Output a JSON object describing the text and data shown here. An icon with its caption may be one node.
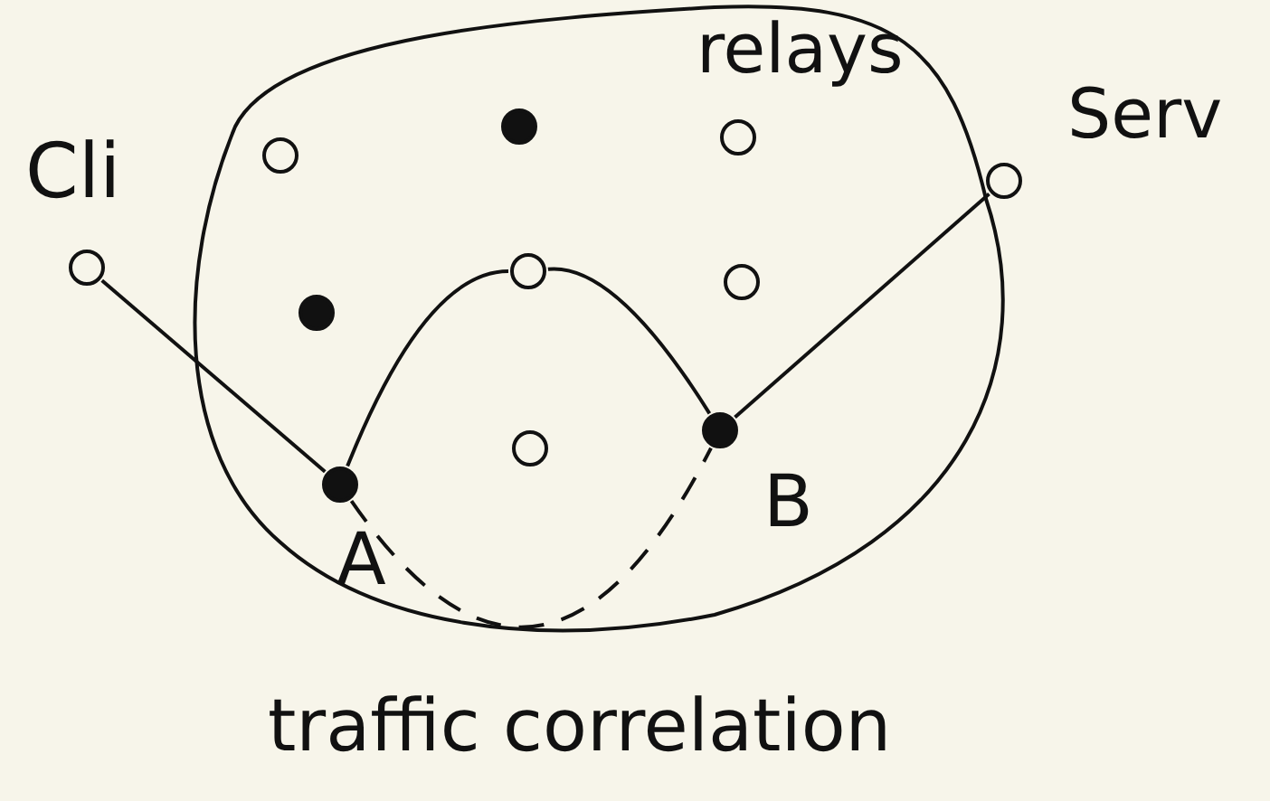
{
  "diagram": {
    "nodes": [
      {
        "text": [
          "relays"
        ]
      },
      {
        "text": [
          "Cli"
        ]
      },
      {
        "text": [
          "Serv"
        ]
      },
      {
        "text": [],
        "shape": "circle",
        "in": 0
      },
      {
        "text": [],
        "shape": "dot",
        "in": 0
      },
      {
        "text": [],
        "shape": "circle",
        "in": 0
      },
      {
        "text": [],
        "shape": "dot",
        "in": 0
      },
      {
        "text": [],
        "shape": "circle",
        "in": 0
      },
      {
        "text": [],
        "shape": "circle",
        "in": 0
      },
      {
        "text": [
          "A"
        ],
        "in": 0
      },
      {
        "text": [],
        "shape": "circle",
        "in": 0
      },
      {
        "text": [
          "B"
        ],
        "in": 0
      }
    ],
    "edges": [
      {
        "from": 1,
        "to": 9,
        "arrow": "none"
      },
      {
        "from": 9,
        "to": 7,
        "arrow": "none"
      },
      {
        "from": 7,
        "to": 11,
        "arrow": "none"
      },
      {
        "from": 11,
        "to": 2,
        "arrow": "none"
      },
      {
        "from": 9,
        "to": 11,
        "arrow": "none",
        "style": "dashed",
        "label": "traffic correlation"
      }
    ]
  }
}
